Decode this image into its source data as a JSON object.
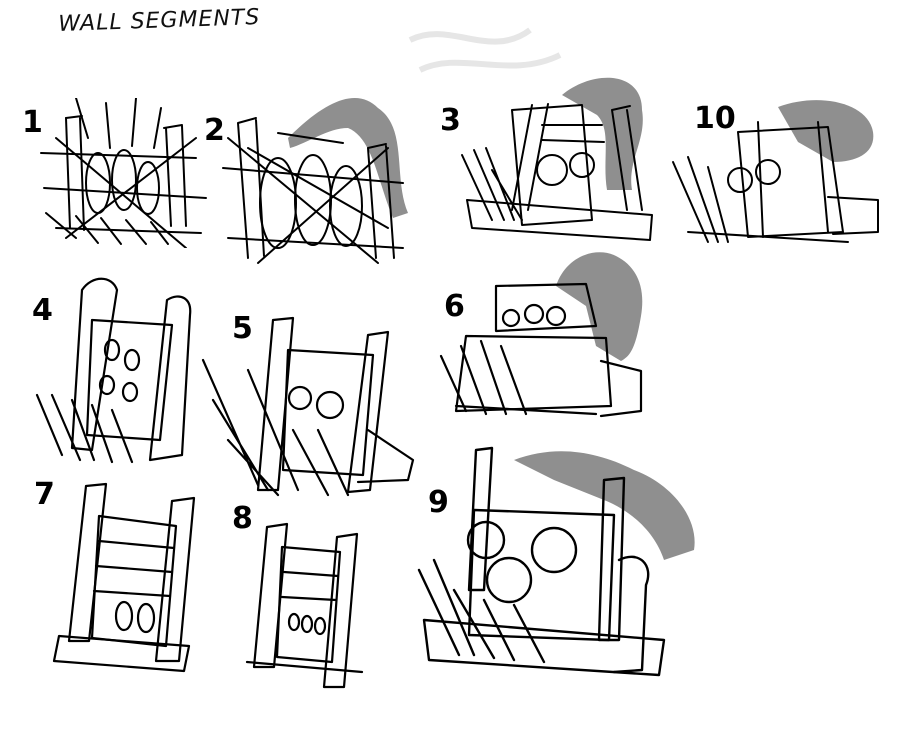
{
  "title": "WALL SEGMENTS",
  "segments": [
    {
      "label": "1"
    },
    {
      "label": "2"
    },
    {
      "label": "3"
    },
    {
      "label": "10"
    },
    {
      "label": "4"
    },
    {
      "label": "5"
    },
    {
      "label": "6"
    },
    {
      "label": "7"
    },
    {
      "label": "8"
    },
    {
      "label": "9"
    }
  ],
  "colors": {
    "ink": "#000000",
    "shadow": "#8f8f8f",
    "paper": "#ffffff"
  }
}
